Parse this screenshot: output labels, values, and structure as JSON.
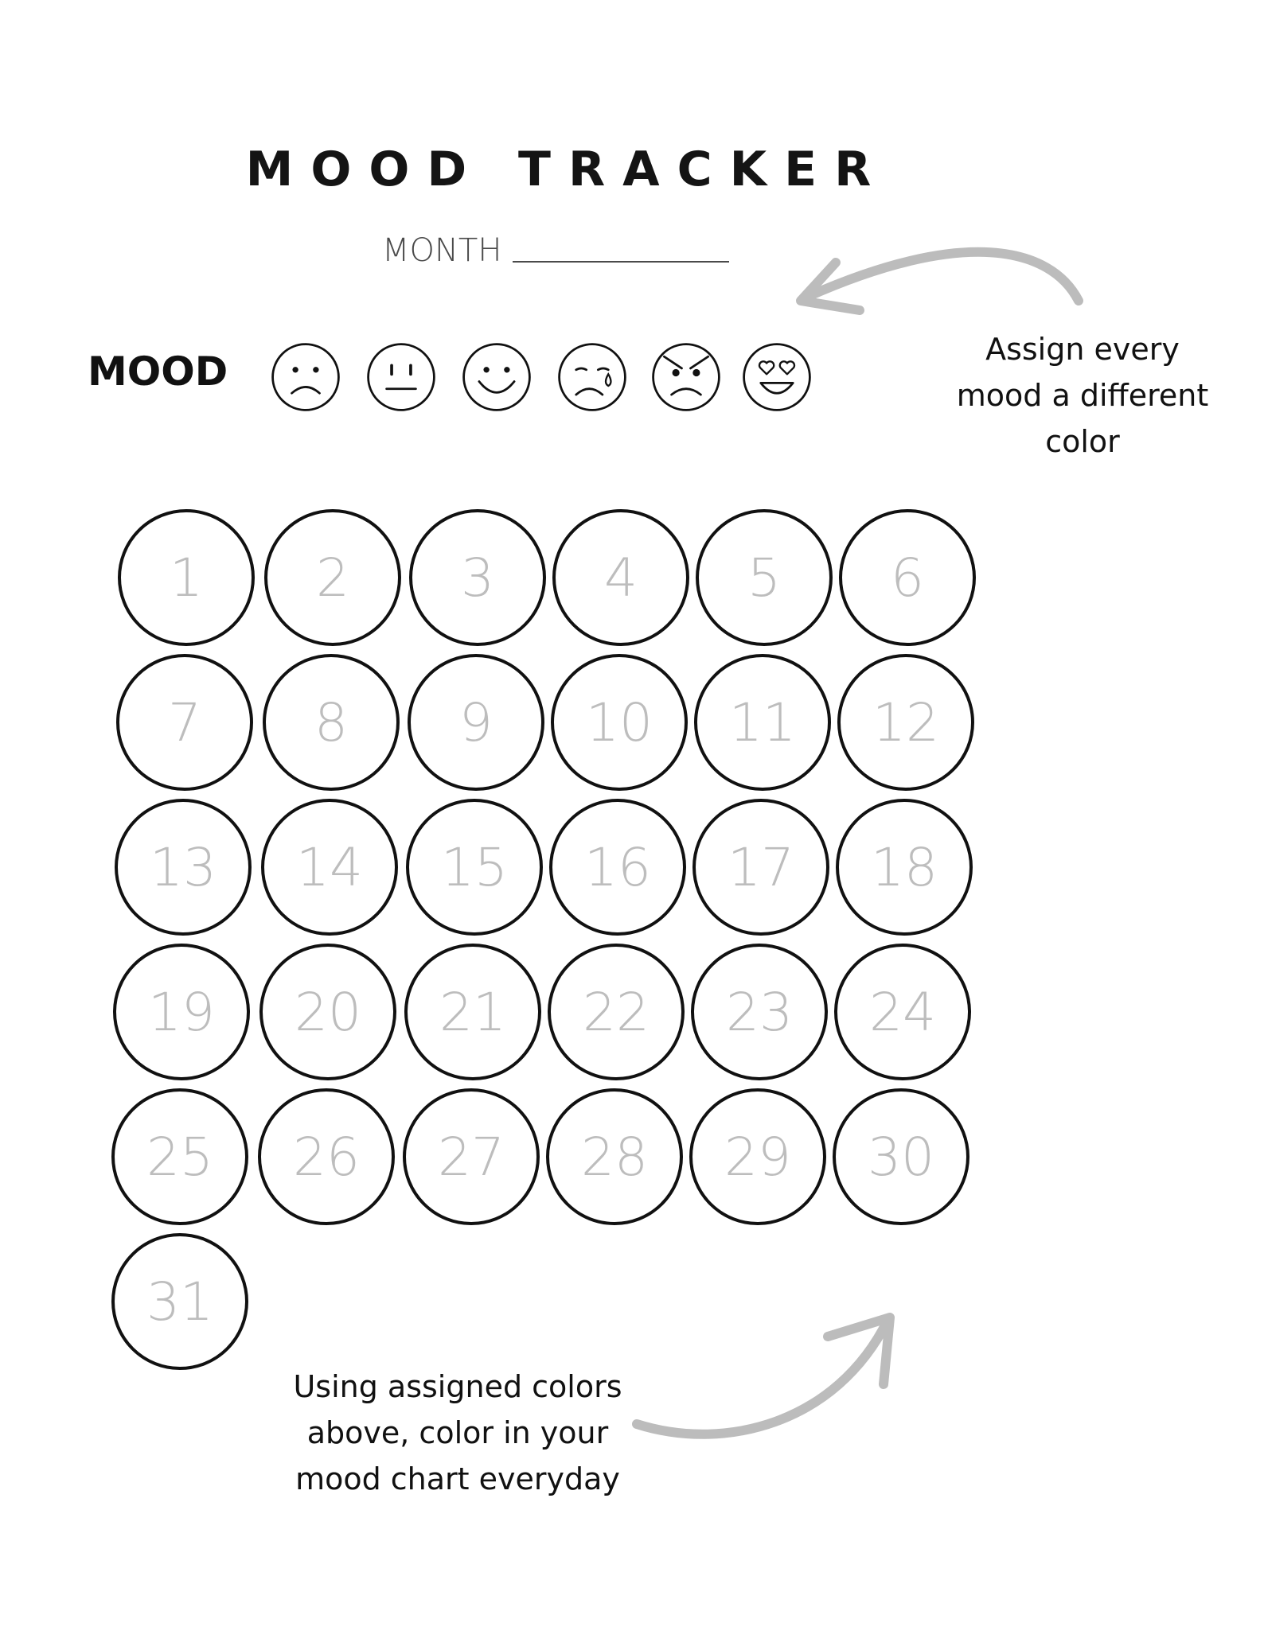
{
  "header": {
    "title": "MOOD TRACKER",
    "month_label": "MONTH"
  },
  "mood_row": {
    "label": "MOOD",
    "faces": [
      {
        "icon": "sad-face-icon"
      },
      {
        "icon": "neutral-face-icon"
      },
      {
        "icon": "happy-face-icon"
      },
      {
        "icon": "crying-face-icon"
      },
      {
        "icon": "angry-face-icon"
      },
      {
        "icon": "heart-eyes-face-icon"
      }
    ]
  },
  "notes": {
    "top": [
      "Assign every",
      "mood a different",
      "color"
    ],
    "bottom": [
      "Using assigned colors",
      "above, color in your",
      "mood chart everyday"
    ]
  },
  "days": [
    "1",
    "2",
    "3",
    "4",
    "5",
    "6",
    "7",
    "8",
    "9",
    "10",
    "11",
    "12",
    "13",
    "14",
    "15",
    "16",
    "17",
    "18",
    "19",
    "20",
    "21",
    "22",
    "23",
    "24",
    "25",
    "26",
    "27",
    "28",
    "29",
    "30",
    "31"
  ],
  "colors": {
    "ink": "#111111",
    "day_number": "#bdbdbd",
    "arrow": "#bcbcbc"
  }
}
